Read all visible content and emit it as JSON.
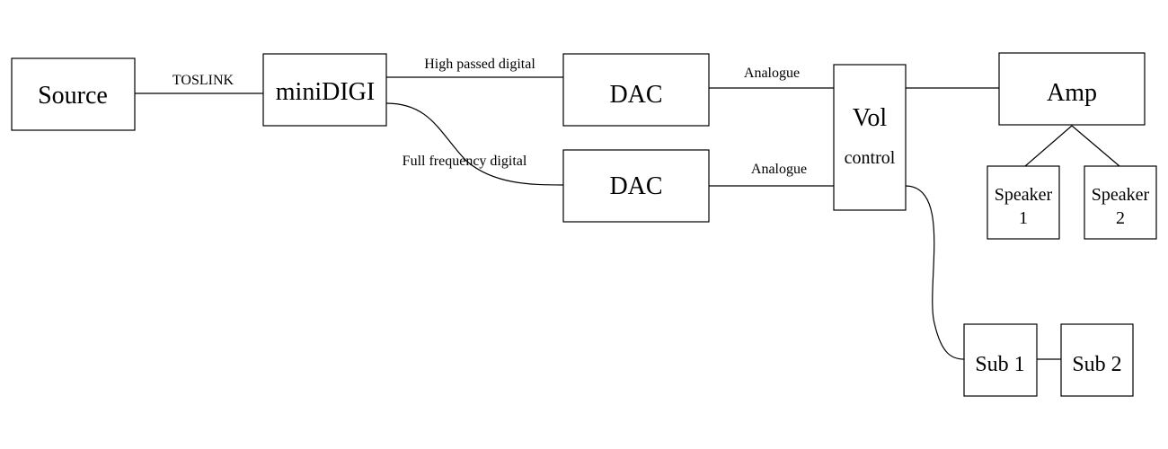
{
  "nodes": {
    "source": "Source",
    "minidigi": "miniDIGI",
    "dac_top": "DAC",
    "dac_bottom": "DAC",
    "vol_line1": "Vol",
    "vol_line2": "control",
    "amp": "Amp",
    "speaker1_line1": "Speaker",
    "speaker1_line2": "1",
    "speaker2_line1": "Speaker",
    "speaker2_line2": "2",
    "sub1": "Sub 1",
    "sub2": "Sub 2"
  },
  "edges": {
    "source_to_minidigi": "TOSLINK",
    "minidigi_to_dac_top": "High passed digital",
    "minidigi_to_dac_bottom": "Full frequency digital",
    "dac_top_to_vol": "Analogue",
    "dac_bottom_to_vol": "Analogue"
  }
}
